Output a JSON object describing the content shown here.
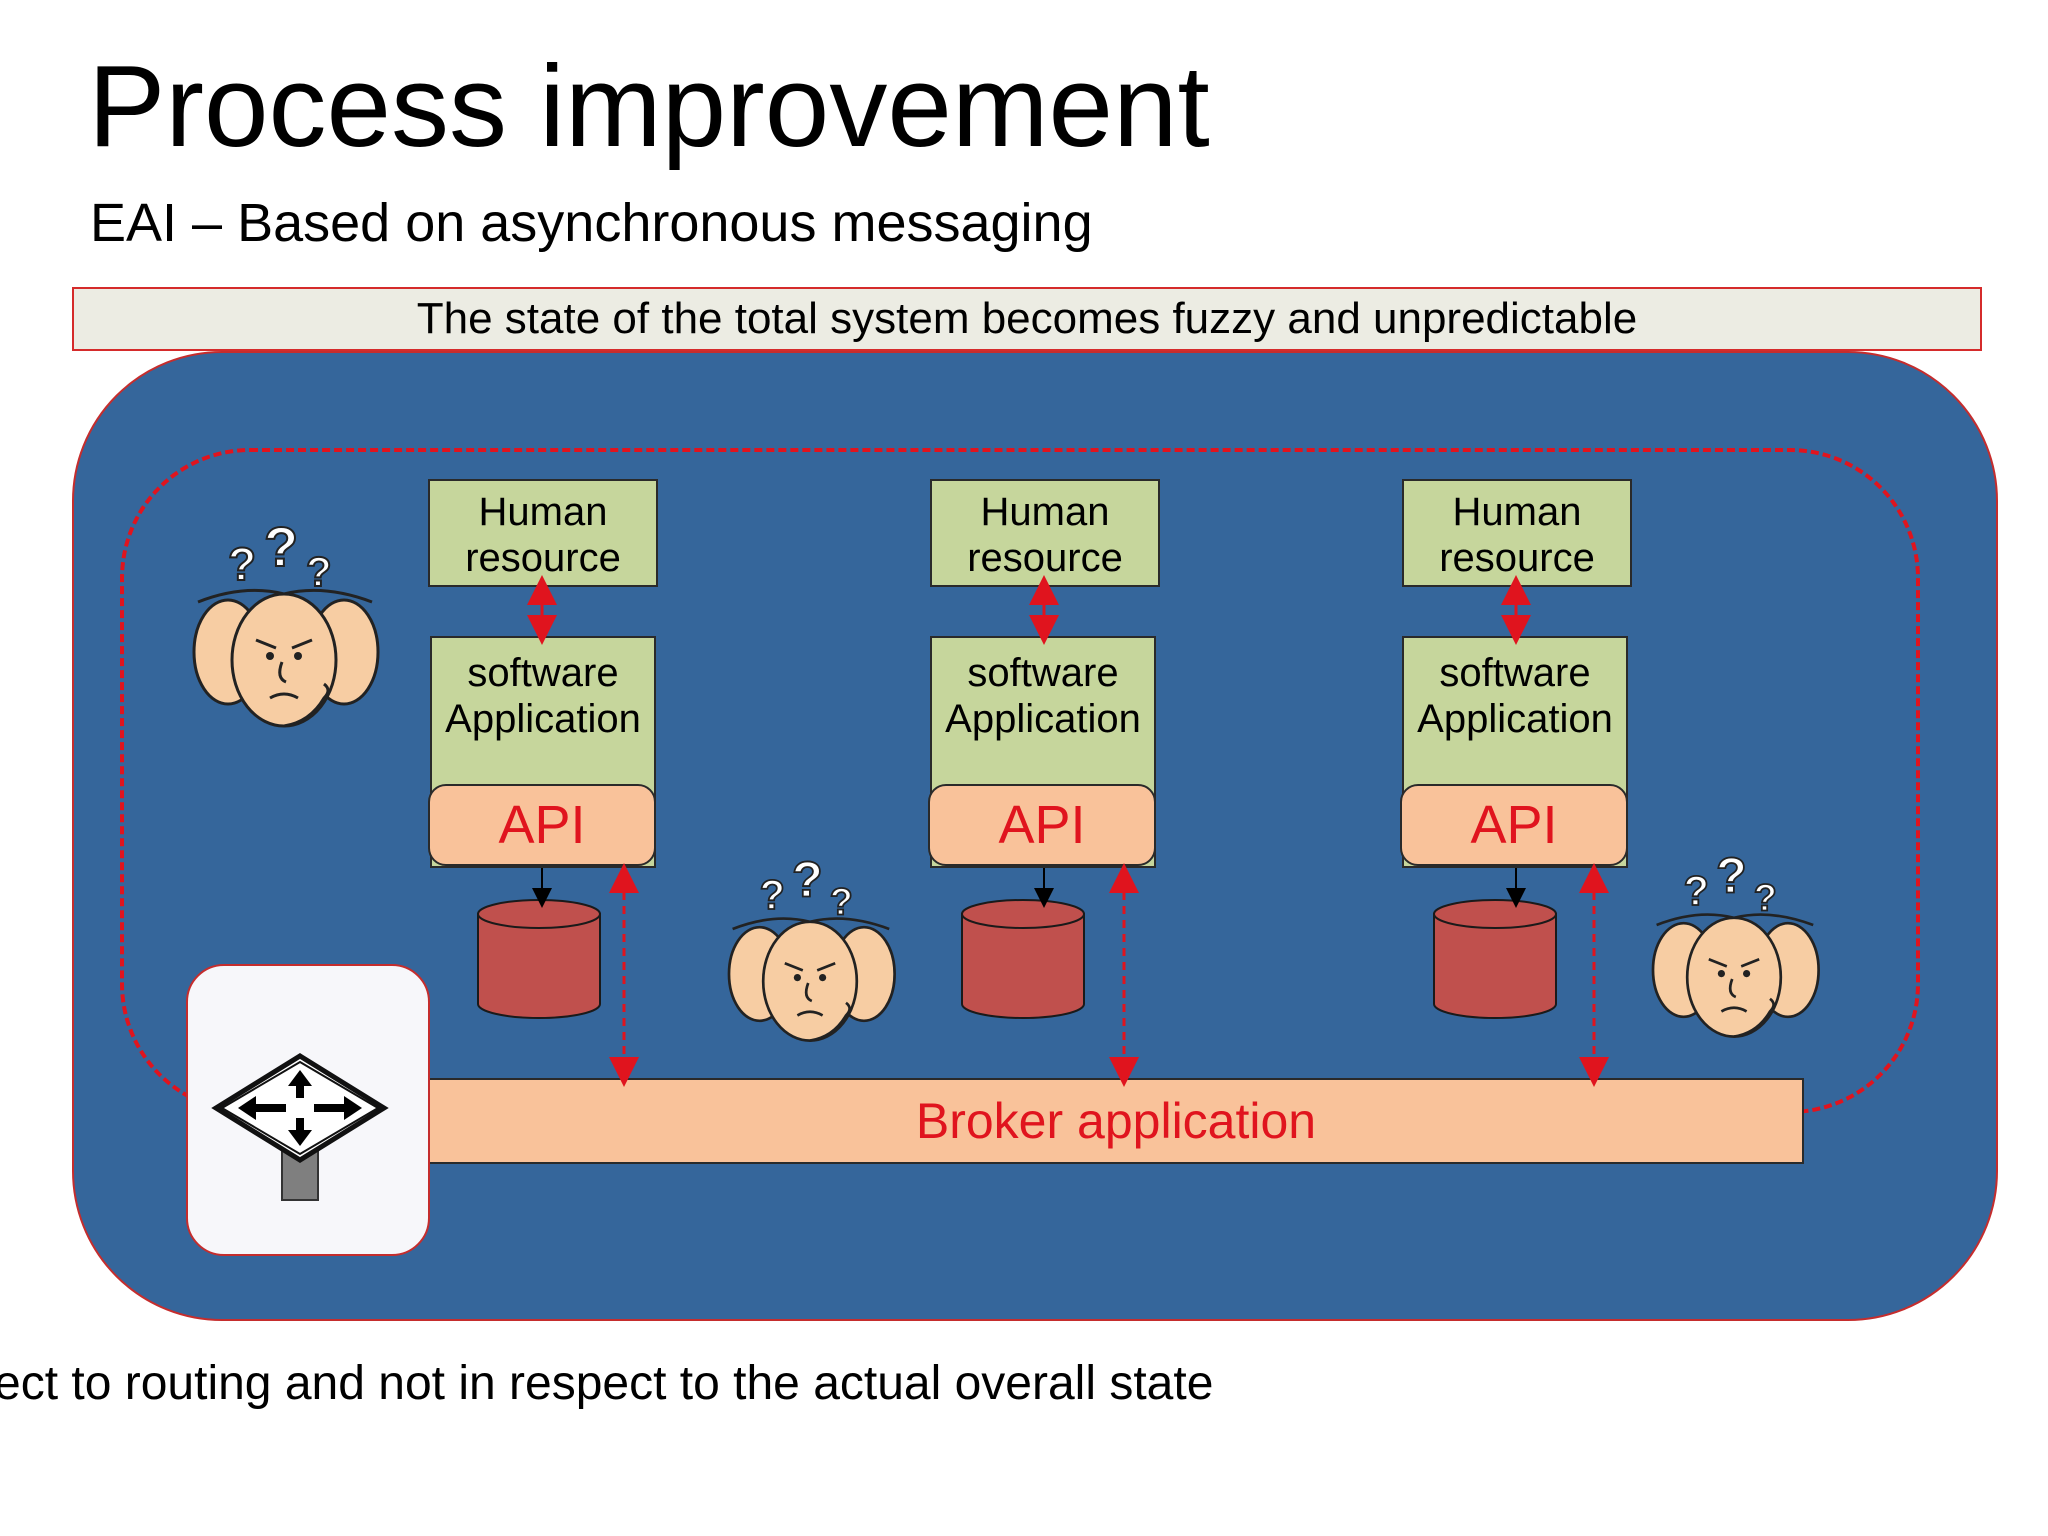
{
  "slide": {
    "title": "Process improvement",
    "subtitle": "EAI – Based on asynchronous messaging",
    "banner": "The state of the total system becomes fuzzy and unpredictable",
    "footer": "ect to routing and not in respect to the actual overall state"
  },
  "diagram": {
    "columns": [
      {
        "hr_line1": "Human",
        "hr_line2": "resource",
        "app_line1": "software",
        "app_line2": "Application",
        "api": "API"
      },
      {
        "hr_line1": "Human",
        "hr_line2": "resource",
        "app_line1": "software",
        "app_line2": "Application",
        "api": "API"
      },
      {
        "hr_line1": "Human",
        "hr_line2": "resource",
        "app_line1": "software",
        "app_line2": "Application",
        "api": "API"
      }
    ],
    "broker": "Broker application",
    "icons": [
      "confused-faces-icon",
      "routing-sign-icon",
      "database-icon"
    ],
    "colors": {
      "panel": "#35669b",
      "app_box": "#c6d69c",
      "api_box": "#f9c29a",
      "database": "#c0504d",
      "accent_red": "#e0141e",
      "banner_bg": "#ececE3"
    }
  }
}
